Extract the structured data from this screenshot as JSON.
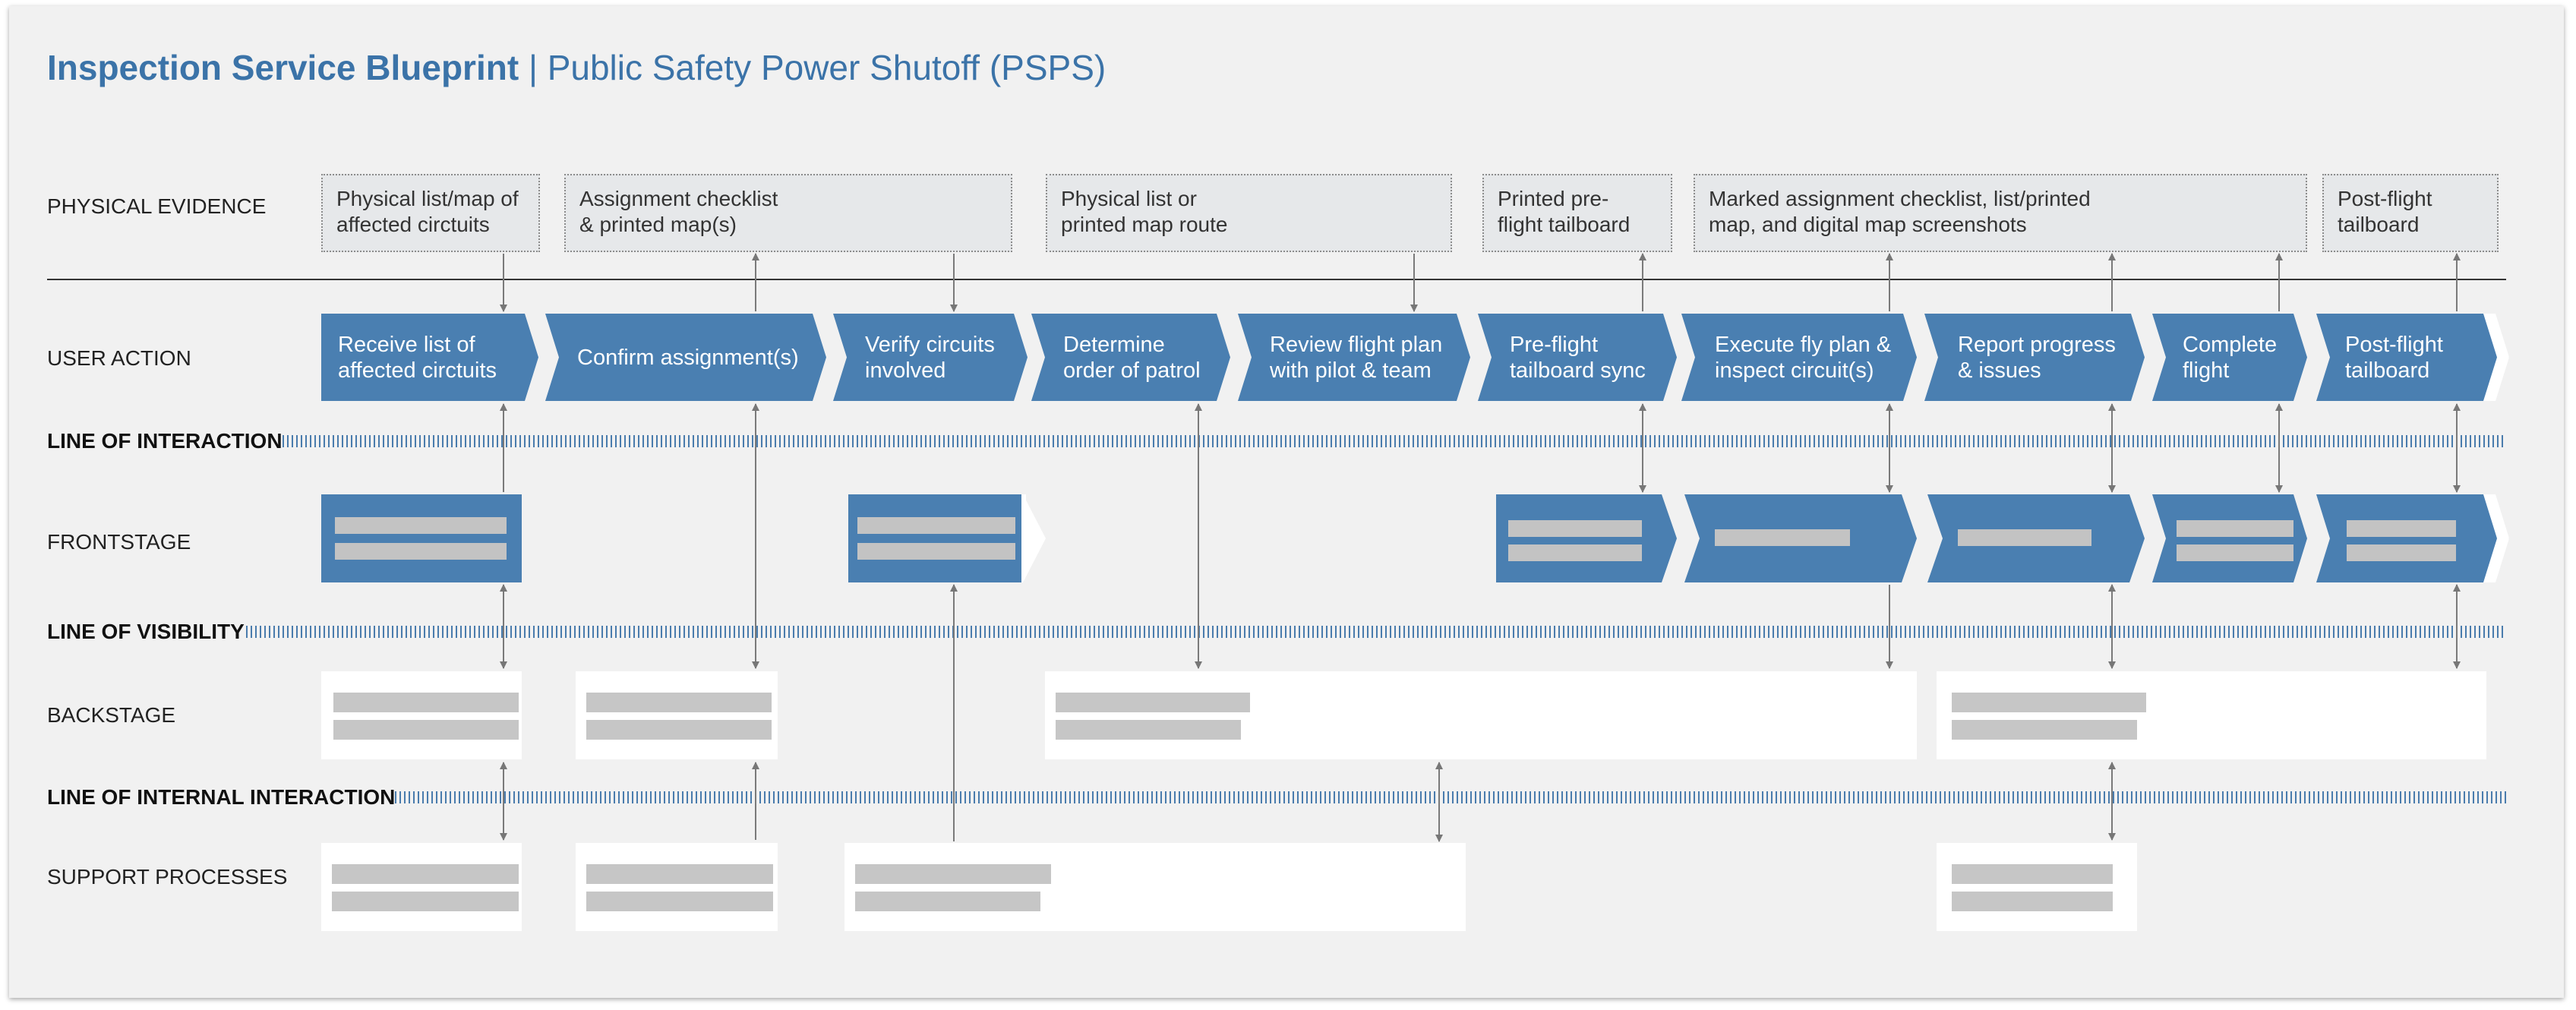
{
  "title": {
    "main": "Inspection Service Blueprint",
    "separator": " | ",
    "sub": "Public Safety Power Shutoff (PSPS)"
  },
  "rows": {
    "physical_evidence": "PHYSICAL EVIDENCE",
    "user_action": "USER ACTION",
    "line_of_interaction": "LINE OF INTERACTION",
    "frontstage": "FRONTSTAGE",
    "line_of_visibility": "LINE OF VISIBILITY",
    "backstage": "BACKSTAGE",
    "line_of_internal_interaction": "LINE OF INTERNAL INTERACTION",
    "support_processes": "SUPPORT PROCESSES"
  },
  "physical_evidence": [
    "Physical list/map of\naffected circtuits",
    "Assignment checklist\n& printed map(s)",
    "Physical list or\nprinted map route",
    "Printed pre-\nflight tailboard",
    "Marked assignment checklist, list/printed\nmap, and digital map screenshots",
    "Post-flight\ntailboard"
  ],
  "user_actions": [
    "Receive list of\naffected circtuits",
    "Confirm assignment(s)",
    "Verify circuits\ninvolved",
    "Determine\norder of patrol",
    "Review flight plan\nwith pilot & team",
    "Pre-flight\ntailboard sync",
    "Execute fly plan &\ninspect circuit(s)",
    "Report progress\n& issues",
    "Complete\nflight",
    "Post-flight\ntailboard"
  ],
  "colors": {
    "accent": "#4a7fb1",
    "title": "#3b73a8",
    "placeholder": "#c3c3c3",
    "background": "#f1f1f1"
  }
}
